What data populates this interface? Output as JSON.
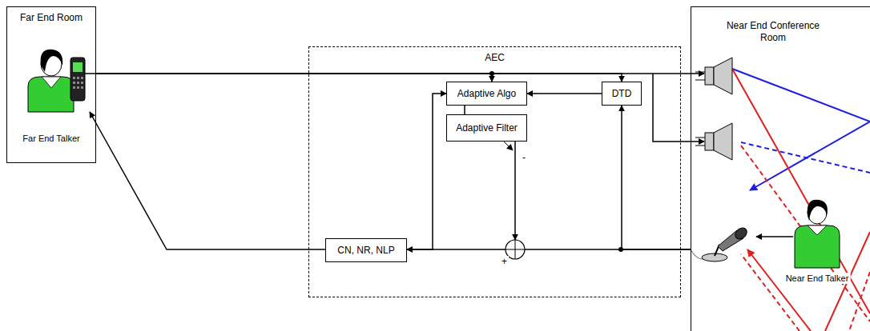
{
  "diagram": {
    "nodes": [
      {
        "text": [
          "Far End Room"
        ]
      },
      {
        "text": [
          "AEC"
        ]
      },
      {
        "text": [
          "Adaptive Algo"
        ],
        "in": 1
      },
      {
        "text": [
          "Adaptive Filter"
        ],
        "in": 1
      },
      {
        "text": [
          "DTD"
        ],
        "in": 1
      },
      {
        "text": [
          "CN, NR, NLP"
        ],
        "in": 1
      },
      {
        "text": [
          "Near End Conference Room"
        ]
      }
    ],
    "edges": [
      {
        "from": 0,
        "to": 6,
        "arrow": "to"
      },
      {
        "from": 0,
        "to": 2,
        "arrow": "to"
      },
      {
        "from": 0,
        "to": 4,
        "arrow": "to"
      },
      {
        "from": 4,
        "to": 2,
        "arrow": "to"
      },
      {
        "from": 2,
        "to": 3,
        "arrow": "none"
      },
      {
        "from": 6,
        "to": 4,
        "arrow": "to"
      },
      {
        "from": 6,
        "to": 5,
        "arrow": "to"
      },
      {
        "from": 3,
        "to": 5,
        "arrow": "to"
      },
      {
        "from": 5,
        "to": 2,
        "arrow": "to"
      },
      {
        "from": 5,
        "to": 0,
        "arrow": "to"
      }
    ],
    "labels": [
      "Far End Talker",
      "-",
      "+",
      "Near End Talker"
    ]
  }
}
